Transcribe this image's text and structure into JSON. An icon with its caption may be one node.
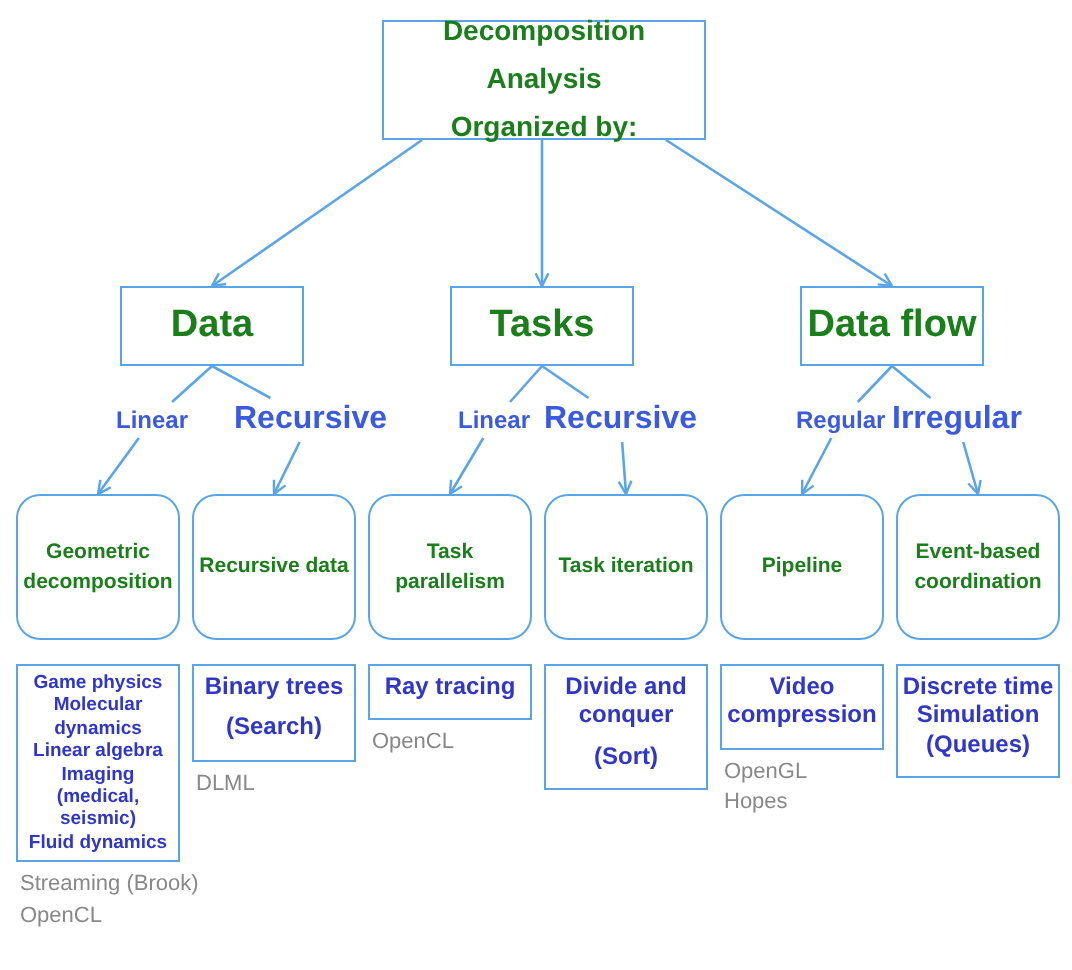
{
  "diagram": {
    "nodes": [
      {
        "text": [
          "Decomposition Analysis",
          "Organized by:"
        ]
      },
      {
        "text": [
          "Data"
        ]
      },
      {
        "text": [
          "Tasks"
        ]
      },
      {
        "text": [
          "Data flow"
        ]
      },
      {
        "text": [
          "Linear"
        ]
      },
      {
        "text": [
          "Recursive"
        ]
      },
      {
        "text": [
          "Linear"
        ]
      },
      {
        "text": [
          "Recursive"
        ]
      },
      {
        "text": [
          "Regular"
        ]
      },
      {
        "text": [
          "Irregular"
        ]
      },
      {
        "text": [
          "Geometric decomposition"
        ]
      },
      {
        "text": [
          "Recursive data"
        ]
      },
      {
        "text": [
          "Task parallelism"
        ]
      },
      {
        "text": [
          "Task iteration"
        ]
      },
      {
        "text": [
          "Pipeline"
        ]
      },
      {
        "text": [
          "Event-based coordination"
        ]
      },
      {
        "text": [
          "Game physics",
          "Molecular dynamics",
          "Linear algebra",
          "Imaging (medical, seismic)",
          "Fluid dynamics"
        ],
        "beside": [
          "Streaming (Brook)",
          "OpenCL"
        ]
      },
      {
        "text": [
          "Binary trees",
          "(Search)"
        ],
        "beside": [
          "DLML"
        ]
      },
      {
        "text": [
          "Ray tracing"
        ],
        "beside": [
          "OpenCL"
        ]
      },
      {
        "text": [
          "Divide and conquer",
          "(Sort)"
        ]
      },
      {
        "text": [
          "Video compression"
        ],
        "beside": [
          "OpenGL",
          "Hopes"
        ]
      },
      {
        "text": [
          "Discrete time Simulation (Queues)"
        ]
      }
    ],
    "edges": [
      {
        "from": 0,
        "to": 1,
        "arrow": "to"
      },
      {
        "from": 0,
        "to": 2,
        "arrow": "to"
      },
      {
        "from": 0,
        "to": 3,
        "arrow": "to"
      },
      {
        "from": 1,
        "to": 4,
        "arrow": "none"
      },
      {
        "from": 1,
        "to": 5,
        "arrow": "none"
      },
      {
        "from": 4,
        "to": 10,
        "arrow": "to"
      },
      {
        "from": 5,
        "to": 11,
        "arrow": "to"
      },
      {
        "from": 2,
        "to": 6,
        "arrow": "none"
      },
      {
        "from": 2,
        "to": 7,
        "arrow": "none"
      },
      {
        "from": 6,
        "to": 12,
        "arrow": "to"
      },
      {
        "from": 7,
        "to": 13,
        "arrow": "to"
      },
      {
        "from": 3,
        "to": 8,
        "arrow": "none"
      },
      {
        "from": 3,
        "to": 9,
        "arrow": "none"
      },
      {
        "from": 8,
        "to": 14,
        "arrow": "to"
      },
      {
        "from": 9,
        "to": 15,
        "arrow": "to"
      }
    ]
  }
}
